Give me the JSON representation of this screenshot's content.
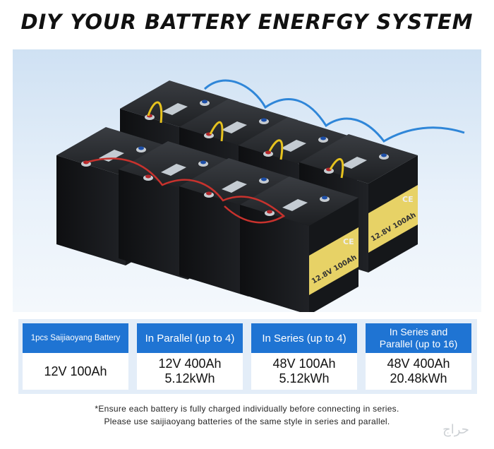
{
  "header": {
    "title": "DIY YOUR BATTERY ENERFGY SYSTEM"
  },
  "battery_label": {
    "model": "12.8V 100Ah",
    "mark": "CE"
  },
  "config_table": {
    "columns": [
      {
        "heading": "1pcs Saijiaoyang Battery",
        "line1": "12V 100Ah",
        "line2": ""
      },
      {
        "heading": "In Parallel (up to 4)",
        "line1": "12V 400Ah",
        "line2": "5.12kWh"
      },
      {
        "heading": "In Series (up to 4)",
        "line1": "48V 100Ah",
        "line2": "5.12kWh"
      },
      {
        "heading_line1": "In Series and",
        "heading_line2": "Parallel (up to 16)",
        "line1": "48V 400Ah",
        "line2": "20.48kWh"
      }
    ]
  },
  "footnote": {
    "line1": "*Ensure each battery is fully charged individually before connecting in series.",
    "line2": "Please use saijiaoyang batteries of the same style in series and parallel."
  },
  "watermark": {
    "text": "حراج"
  },
  "colors": {
    "header_blue": "#1f74d3",
    "panel_bg": "#e3edf8",
    "cable_blue": "#2f86d8",
    "cable_red": "#c8322d",
    "cable_yellow": "#e6c21e",
    "label_yellow": "#f2dc6a"
  }
}
